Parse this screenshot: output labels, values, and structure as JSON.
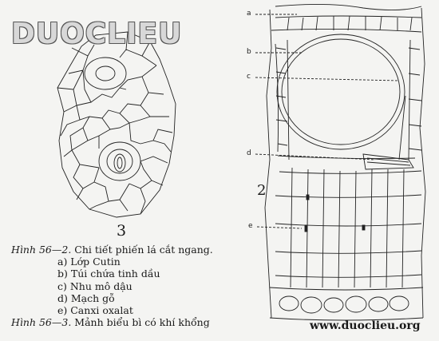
{
  "logo_text": "DUOCLIEU",
  "figure3_number": "3",
  "figure2_number": "2",
  "markers": [
    "a",
    "b",
    "c",
    "d",
    "e"
  ],
  "caption": {
    "fig2_prefix": "Hình 56—2.",
    "fig2_title": "Chi tiết phiến lá cắt ngang.",
    "items": [
      "a) Lớp Cutin",
      "b) Túi chứa tinh dầu",
      "c) Nhu mô dậu",
      "d) Mạch gỗ",
      "e) Canxi oxalat"
    ],
    "fig3_prefix": "Hình 56—3.",
    "fig3_title": "Mảnh biểu bì có khí khổng"
  },
  "website": "www.duoclieu.org"
}
